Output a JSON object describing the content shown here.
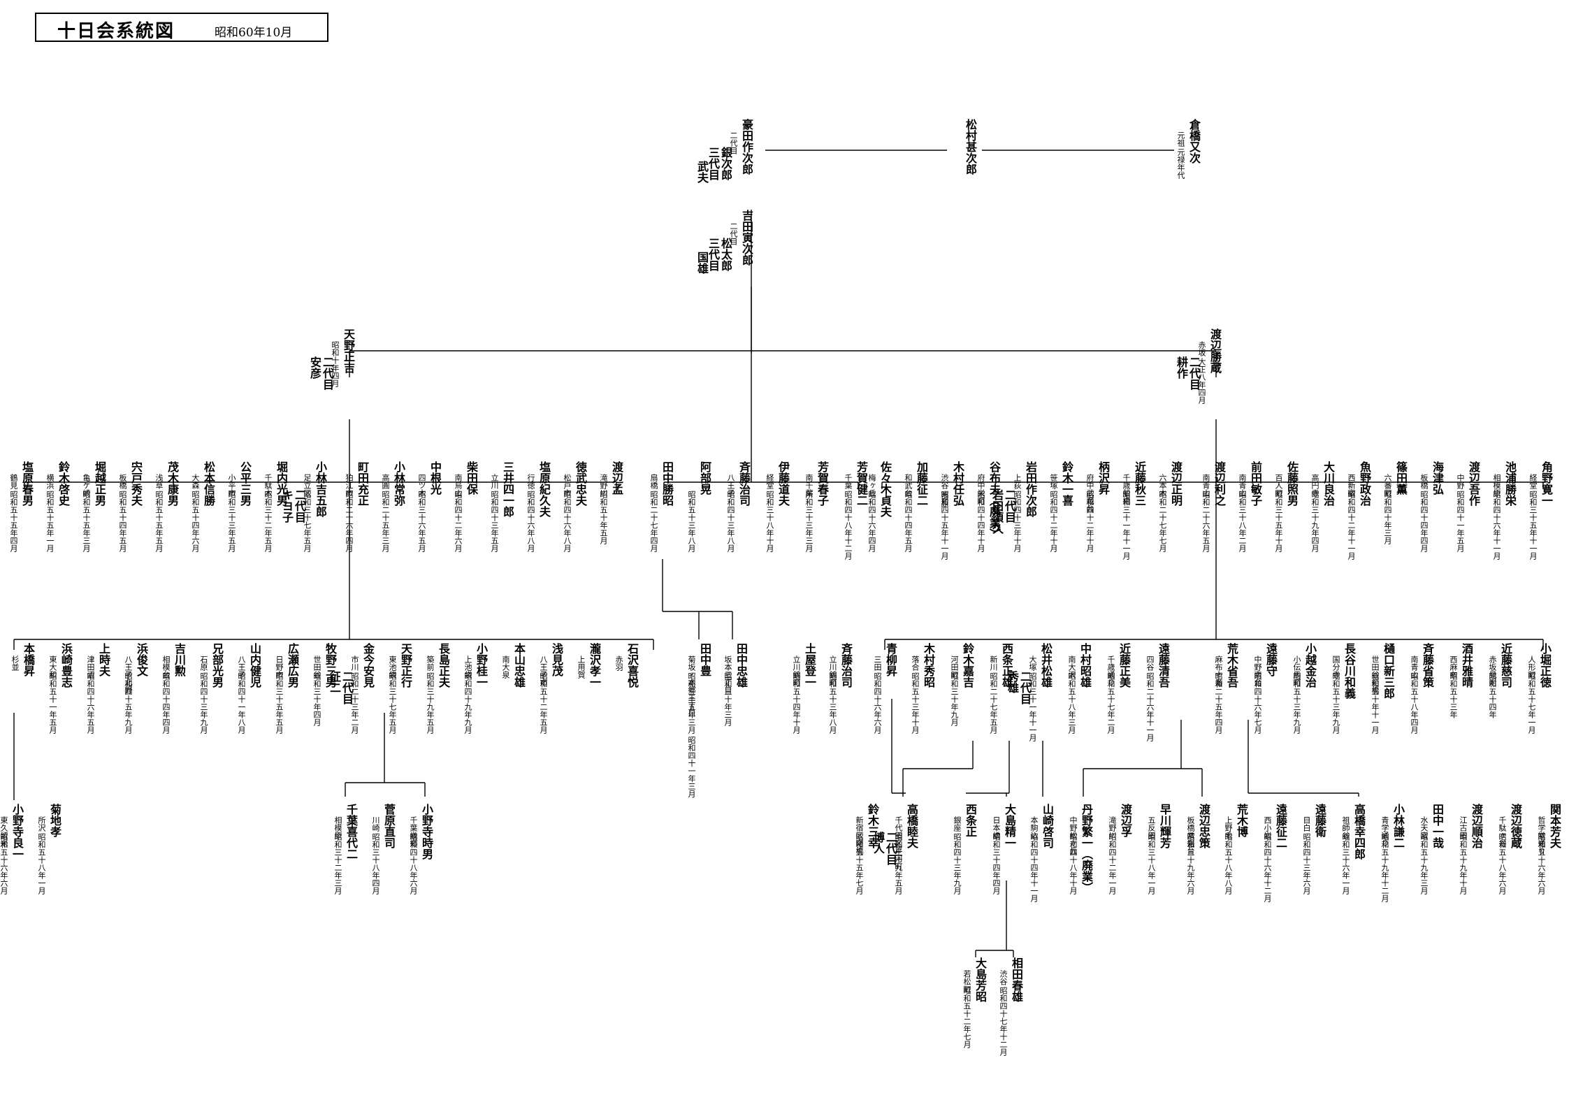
{
  "header": {
    "title": "十日会系統図",
    "date": "昭和60年10月"
  },
  "nodes": [
    {
      "id": "kurahashi",
      "name": "倉橋又次",
      "a": "元祖",
      "b": "元禄年代"
    },
    {
      "id": "matsumura",
      "name": "松村甚次郎"
    },
    {
      "id": "mameda",
      "name": "豪田作次郎",
      "a": "二代目",
      "c": "銀次郎",
      "d": "三代目",
      "e": "武夫"
    },
    {
      "id": "yoshida",
      "name": "吉田寅次郎",
      "a": "二代目",
      "c": "松太郎",
      "d": "三代目",
      "e": "国雄"
    },
    {
      "id": "amano",
      "name": "天野正吉",
      "a": "昭和十年四月",
      "c": "二代目",
      "d": "安彦"
    },
    {
      "id": "watanabe_k",
      "name": "渡辺勝蔵",
      "a": "赤坂",
      "b": "大正八年四月",
      "c": "二代目",
      "d": "耕作"
    },
    {
      "id": "shiobara_h",
      "name": "塩原春男",
      "a": "鶴見",
      "b": "昭和五十五年四月"
    },
    {
      "id": "suzuki_k",
      "name": "鈴木啓史",
      "a": "横浜",
      "b": "昭和五十五年一月"
    },
    {
      "id": "horikoshi",
      "name": "堀越正男",
      "a": "亀ケ崎",
      "b": "昭和五十五年三月"
    },
    {
      "id": "shishido",
      "name": "宍戸秀夫",
      "a": "板橋",
      "b": "昭和五十四年五月"
    },
    {
      "id": "motegi",
      "name": "茂木康男",
      "a": "浅草",
      "b": "昭和五十五年五月"
    },
    {
      "id": "matsumoto",
      "name": "松本信勝",
      "a": "大森",
      "b": "昭和五十四年六月"
    },
    {
      "id": "kohira",
      "name": "公平三男",
      "a": "小平市",
      "b": "昭和三十三年五月"
    },
    {
      "id": "horiuchi",
      "name": "堀内光男",
      "a": "千駄木",
      "b": "昭和三十二年五月"
    },
    {
      "id": "kobayashi_k",
      "name": "小林吉五郎",
      "a": "足立区",
      "b": "昭和三十七年五月",
      "c": "二代目",
      "d": "キヨ子"
    },
    {
      "id": "machida",
      "name": "町田充正",
      "a": "狛江市",
      "b": "昭和二十六年四月"
    },
    {
      "id": "kobayashi_t",
      "name": "小林常弥",
      "a": "高圓",
      "b": "昭和二十五年三月"
    },
    {
      "id": "nakane",
      "name": "中根光",
      "a": "四ツ木",
      "b": "昭和三十六年五月"
    },
    {
      "id": "shibata",
      "name": "柴田保",
      "a": "南烏山",
      "b": "昭和四十二年六月"
    },
    {
      "id": "mitsui",
      "name": "三井四一郎",
      "a": "立川",
      "b": "昭和四十三年五月"
    },
    {
      "id": "shiobara_n",
      "name": "塩原紀久夫",
      "a": "行徳",
      "b": "昭和四十六年八月"
    },
    {
      "id": "tokutake",
      "name": "徳武忠夫",
      "a": "松戸市",
      "b": "昭和四十六年八月"
    },
    {
      "id": "watanabe_m",
      "name": "渡辺孟",
      "a": "滝野川",
      "b": "昭和五十年五月"
    },
    {
      "id": "tanaka_k",
      "name": "田中勝昭",
      "a": "扇橋",
      "b": "昭和二十七年四月"
    },
    {
      "id": "abe",
      "name": "阿部晃",
      "b": "昭和五十三年八月"
    },
    {
      "id": "saito_j",
      "name": "斉藤治司",
      "a": "八王子",
      "b": "昭和四十三年八月"
    },
    {
      "id": "ito",
      "name": "伊藤道夫",
      "a": "経堂",
      "b": "昭和三十八年十月"
    },
    {
      "id": "haga_h",
      "name": "芳賀春子",
      "a": "南千葉",
      "b": "所和三十三年三月"
    },
    {
      "id": "haga_k",
      "name": "芳賀健二",
      "a": "千葉",
      "b": "昭和四十八年十二月"
    },
    {
      "id": "sasaki",
      "name": "佐々木貞夫",
      "a": "梅ヶ丘",
      "b": "昭和四十六年四月"
    },
    {
      "id": "kato",
      "name": "加藤征二",
      "a": "和武台",
      "b": "昭和四十四年五月"
    },
    {
      "id": "kimura_n",
      "name": "木村任弘",
      "a": "渋谷 西原",
      "b": "昭和四十五年十一月"
    },
    {
      "id": "tanifu",
      "name": "谷布夫（廃業）",
      "a": "府中栄町",
      "b": "昭和四十四年十月"
    },
    {
      "id": "iwata",
      "name": "岩田作次郎",
      "a": "上荻",
      "b": "昭和四十三年十月",
      "c": "二代目",
      "d": "岩田須久"
    },
    {
      "id": "suzuki_ikki",
      "name": "鈴木一喜",
      "a": "笹塚",
      "b": "昭和四十二年十月"
    },
    {
      "id": "karasawa",
      "name": "柄沢昇",
      "a": "府中武蔵台",
      "b": "昭和四十二年十月"
    },
    {
      "id": "kondo_a",
      "name": "近藤秋三",
      "a": "千歳船橋",
      "b": "昭和三十一年十一月"
    },
    {
      "id": "watanabe_ma",
      "name": "渡辺正明",
      "a": "六本木",
      "b": "昭和二十七年七月"
    },
    {
      "id": "watanabe_ri",
      "name": "渡辺利之",
      "a": "南青山",
      "b": "昭和二十六年五月"
    },
    {
      "id": "maeda",
      "name": "前田敏子",
      "a": "南青山",
      "b": "昭和三十八年二月"
    },
    {
      "id": "sato_t",
      "name": "佐藤照男",
      "a": "百人町",
      "b": "昭和三十五年十月"
    },
    {
      "id": "okawa",
      "name": "大川良治",
      "a": "高円寺",
      "b": "昭和三十九年四月"
    },
    {
      "id": "uono",
      "name": "魚野政治",
      "a": "西新宿",
      "b": "昭和四十二年十一月"
    },
    {
      "id": "shinoda",
      "name": "篠田薫",
      "a": "六番町",
      "b": "昭和四十年三月"
    },
    {
      "id": "kaizu",
      "name": "海津弘",
      "a": "板橋",
      "b": "昭和四十四年四月"
    },
    {
      "id": "watanabe_go",
      "name": "渡辺吾作",
      "a": "中野",
      "b": "昭和四十一年五月"
    },
    {
      "id": "ikeura",
      "name": "池浦勝栄",
      "a": "相模原",
      "b": "昭和四十六年十一月"
    },
    {
      "id": "kadono",
      "name": "角野寛一",
      "a": "経堂",
      "b": "昭和三十五年十一月"
    },
    {
      "id": "honbashi",
      "name": "本橋昇",
      "a": "杉並"
    },
    {
      "id": "hamasaki",
      "name": "浜崎豊志",
      "a": "東大和",
      "b": "昭和五十一年五月"
    },
    {
      "id": "kamitoki",
      "name": "上時夫",
      "a": "津田沼",
      "b": "昭和四十六年五月"
    },
    {
      "id": "hama_s",
      "name": "浜俊文",
      "a": "八王子北野",
      "b": "昭和四十五年九月"
    },
    {
      "id": "yoshikawa",
      "name": "吉川勲",
      "a": "相模台",
      "b": "昭和四十四年四月"
    },
    {
      "id": "anibe",
      "name": "兄部光男",
      "a": "石原",
      "b": "昭和四十三年九月"
    },
    {
      "id": "yamauchi",
      "name": "山内健児",
      "a": "八王子",
      "b": "昭和四十一年八月"
    },
    {
      "id": "hirose",
      "name": "広瀬広男",
      "a": "日野市",
      "b": "昭和三十五年五月"
    },
    {
      "id": "makino",
      "name": "牧野三男",
      "a": "世田谷",
      "b": "昭和三十年四月"
    },
    {
      "id": "kaneima",
      "name": "金今安見",
      "a": "市川",
      "b": "昭和二十三年二月",
      "c": "二代目",
      "d": "征二"
    },
    {
      "id": "amano_m",
      "name": "天野正行",
      "a": "東池袋",
      "b": "昭和三十七年五月"
    },
    {
      "id": "nagashima",
      "name": "長島正夫",
      "a": "築前",
      "b": "昭和三十九年五月"
    },
    {
      "id": "ono_k",
      "name": "小野桂一",
      "a": "上池袋",
      "b": "昭和四十九年九月"
    },
    {
      "id": "motoyama",
      "name": "本山忠雄",
      "a": "南大泉"
    },
    {
      "id": "asami",
      "name": "浅見茂",
      "a": "八王子市",
      "b": "昭和五十二年五月"
    },
    {
      "id": "takizawa",
      "name": "瀧沢孝一",
      "a": "上用賀"
    },
    {
      "id": "ishizawa",
      "name": "石沢喜悦",
      "a": "赤羽"
    },
    {
      "id": "tanaka_y",
      "name": "田中豊",
      "a": "菊坂・本郷三丁目",
      "b": "昭和三十五年三月 昭和四十一年三月"
    },
    {
      "id": "tanaka_t",
      "name": "田中忠雄",
      "a": "坂本三丁目",
      "b": "昭和三十年三月"
    },
    {
      "id": "tsuchiya",
      "name": "土屋登一",
      "a": "立川錦町",
      "b": "昭和五十四年十月"
    },
    {
      "id": "saito_o",
      "name": "斉藤治司",
      "a": "立川錦町",
      "b": "昭和五十三年八月"
    },
    {
      "id": "aoyagi",
      "name": "青柳昇",
      "a": "三田",
      "b": "昭和四十六年六月"
    },
    {
      "id": "kimura_h",
      "name": "木村秀昭",
      "a": "落合",
      "b": "昭和五十三年十月"
    },
    {
      "id": "suzuki_y",
      "name": "鈴木嘉吉",
      "a": "河田町",
      "b": "昭和三十年九月"
    },
    {
      "id": "saijo_m",
      "name": "西条正雄",
      "a": "新川",
      "b": "昭和二十七年五月"
    },
    {
      "id": "matsui",
      "name": "松井松雄",
      "a": "大塚",
      "b": "昭和三十一年十一月",
      "c": "二代目",
      "d": "秀雄"
    },
    {
      "id": "nakamura",
      "name": "中村昭雄",
      "a": "南大沢",
      "b": "昭和五十八年三月"
    },
    {
      "id": "kondo_m",
      "name": "近藤正美",
      "a": "千歳通り",
      "b": "昭和五十七年二月"
    },
    {
      "id": "endo_k",
      "name": "遠藤清吾",
      "a": "四谷",
      "b": "昭和二十六年十一月"
    },
    {
      "id": "araki_k",
      "name": "荒木省吾",
      "a": "麻布十番",
      "b": "昭和二十五年四月"
    },
    {
      "id": "endo_m",
      "name": "遠藤守",
      "a": "中野南台",
      "b": "昭和四十六年七月"
    },
    {
      "id": "ogose",
      "name": "小越金治",
      "a": "小伝馬町",
      "b": "昭和五十三年九月"
    },
    {
      "id": "hasegawa",
      "name": "長谷川和義",
      "a": "国分寺",
      "b": "昭和五十三年九月"
    },
    {
      "id": "higuchi",
      "name": "樋口新三郎",
      "a": "世田谷船橋",
      "b": "昭和五十年十一月"
    },
    {
      "id": "saito_s",
      "name": "斉藤省策",
      "a": "南青山",
      "b": "昭和五十八年四月"
    },
    {
      "id": "sakai",
      "name": "酒井雅晴",
      "a": "西麻布",
      "b": "昭和五十三年"
    },
    {
      "id": "kondo_s",
      "name": "近藤慈司",
      "a": "赤坂見附",
      "b": "昭和五十四年"
    },
    {
      "id": "kobori",
      "name": "小堀正徳",
      "a": "人形町",
      "b": "昭和五十七年一月"
    },
    {
      "id": "ono_r",
      "name": "小野寺良一",
      "a": "東久留米",
      "b": "昭和五十六年六月"
    },
    {
      "id": "kikuchi",
      "name": "菊地孝",
      "a": "所沢",
      "b": "昭和五十八年一月"
    },
    {
      "id": "chiba",
      "name": "千葉喜代二",
      "a": "相模原",
      "b": "昭和三十二年三月"
    },
    {
      "id": "sugawara",
      "name": "菅原直司",
      "a": "川崎",
      "b": "昭和三十八年四月"
    },
    {
      "id": "onodera_t",
      "name": "小野寺時男",
      "a": "千葉幾郷",
      "b": "昭和四十八年六月"
    },
    {
      "id": "suzuki_s",
      "name": "鈴木三幸",
      "a": "新宿区曙橋",
      "b": "昭和五十五年七月"
    },
    {
      "id": "takahashi_m",
      "name": "高橋睦夫",
      "a": "千代田区平河町",
      "b": "昭和三十九年五月",
      "c": "二代目",
      "d": "博人"
    },
    {
      "id": "saijo_t",
      "name": "西条正",
      "a": "銀座",
      "b": "昭和四十三年九月"
    },
    {
      "id": "oshima_s",
      "name": "大島精一",
      "a": "日本橋",
      "b": "昭和三十四年四月"
    },
    {
      "id": "yamazaki",
      "name": "山崎啓司",
      "a": "本駒込",
      "b": "昭和四十四年十一月"
    },
    {
      "id": "nino",
      "name": "丹野繁一（廃業）",
      "a": "中野松ヶ丘",
      "b": "昭和四十八年十月"
    },
    {
      "id": "watanabe_ta",
      "name": "渡辺孚",
      "a": "滝野川",
      "b": "昭和四十二年一月"
    },
    {
      "id": "hayakawa",
      "name": "早川輝芳",
      "a": "五反田",
      "b": "昭和三十八年一月"
    },
    {
      "id": "watanabe_tada",
      "name": "渡辺忠策",
      "a": "板橋常盤台",
      "b": "昭和三十九年六月"
    },
    {
      "id": "araki_h",
      "name": "荒木博",
      "a": "上野毛",
      "b": "昭和五十八年八月"
    },
    {
      "id": "endo_s",
      "name": "遠藤征二",
      "a": "西小岩",
      "b": "昭和四十六年十二月"
    },
    {
      "id": "endo_mamoru",
      "name": "遠藤衛",
      "a": "目白",
      "b": "昭和四十三年六月"
    },
    {
      "id": "takahashi_y",
      "name": "高橋幸四郎",
      "a": "祖師谷",
      "b": "昭和三十六年一月"
    },
    {
      "id": "kobayashi_kj",
      "name": "小林謙二",
      "a": "青学通り",
      "b": "昭和五十九年十二月"
    },
    {
      "id": "tanaka_i",
      "name": "田中一哉",
      "a": "水天宮",
      "b": "昭和五十九年三月"
    },
    {
      "id": "watanabe_j",
      "name": "渡辺順治",
      "a": "江古田",
      "b": "昭和五十九年十月"
    },
    {
      "id": "watanabe_to",
      "name": "渡辺徳蔵",
      "a": "千駄ヶ谷",
      "b": "昭和五十八年六月"
    },
    {
      "id": "sekimoto",
      "name": "関本芳夫",
      "a": "哲学堂通り",
      "b": "昭和五十六年六月"
    },
    {
      "id": "soma",
      "name": "相田春雄",
      "a": "渋谷",
      "b": "昭和四十七年十二月"
    },
    {
      "id": "oshima_y",
      "name": "大島芳昭",
      "a": "若松町",
      "b": "昭和五十二年七月"
    }
  ]
}
